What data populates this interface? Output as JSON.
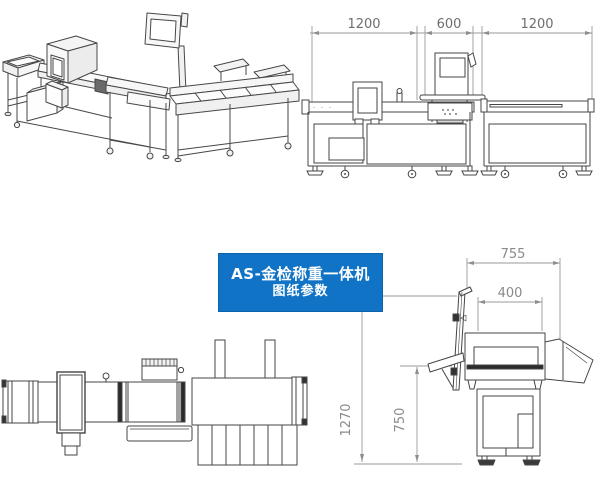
{
  "label_box": {
    "title": "AS-金检称重一体机",
    "subtitle": "图纸参数"
  },
  "dimensions": {
    "side_elevation": [
      "1200",
      "600",
      "1200"
    ],
    "end_view": {
      "overall_width": "755",
      "belt_width": "400",
      "overall_height": "1270",
      "belt_height": "750"
    }
  },
  "colors": {
    "label_bg": "#1173c5",
    "label_text": "#ffffff",
    "drawing_line": "#454545",
    "dimension_line": "#8e8e8e",
    "belt_dark": "#2b2b2b"
  }
}
